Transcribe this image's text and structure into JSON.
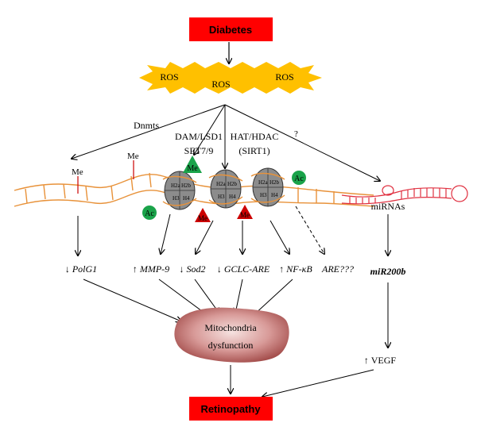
{
  "top_box": {
    "label": "Diabetes",
    "color": "#ff0000"
  },
  "ros": {
    "labels": [
      "ROS",
      "ROS",
      "ROS"
    ],
    "color": "#ffc000"
  },
  "enzymes": {
    "dnmts": "Dnmts",
    "dam_lsd1": "DAM/LSD1",
    "set": "SET7/9",
    "hat_hdac": "HAT/HDAC",
    "sirt1": "(SIRT1)",
    "unknown": "?"
  },
  "marks": {
    "me": "Me",
    "ac": "Ac",
    "me_color": "#cc0000",
    "me_green_color": "#1aa34a",
    "ac_color": "#1aa34a"
  },
  "histones": [
    "H2a",
    "H2b",
    "H3",
    "H4"
  ],
  "mirnas": "miRNAs",
  "targets": {
    "polg1": {
      "arrow": "↓",
      "name": "PolG1"
    },
    "mmp9": {
      "arrow": "↑",
      "name": "MMP-9"
    },
    "sod2": {
      "arrow": "↓",
      "name": "Sod2"
    },
    "gclc": {
      "arrow": "↓",
      "name": "GCLC-ARE"
    },
    "nfkb": {
      "arrow": "↑",
      "name": "NF-κB"
    },
    "are": {
      "arrow": "",
      "name": "ARE???"
    },
    "mir200b": {
      "arrow": "",
      "name": "miR200b"
    }
  },
  "mito": {
    "line1": "Mitochondria",
    "line2": "dysfunction"
  },
  "vegf": {
    "arrow": "↑",
    "name": "VEGF"
  },
  "bottom_box": {
    "label": "Retinopathy",
    "color": "#ff0000"
  },
  "colors": {
    "dna": "#e8923a",
    "rna": "#e03040",
    "nucleosome": "#8c8c8c"
  }
}
